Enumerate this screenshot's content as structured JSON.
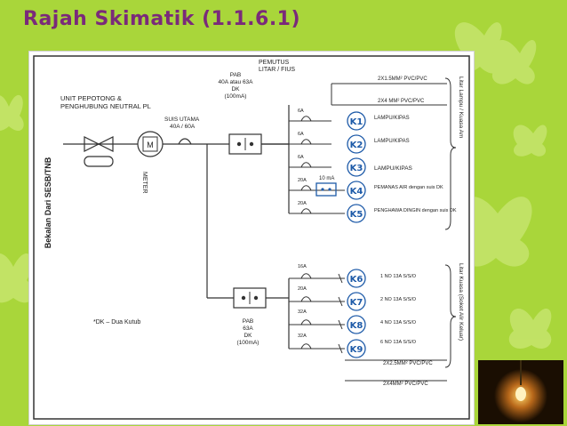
{
  "slide": {
    "title": "Rajah Skimatik (1.1.6.1)"
  },
  "diagram": {
    "supply_label": "Bekalan Dari SESB/TNB",
    "unit_label_1": "UNIT PEPOTONG &",
    "unit_label_2": "PENGHUBUNG NEUTRAL PL",
    "meter_label": "METER",
    "meter_symbol": "M",
    "main_switch_1": "SUIS UTAMA",
    "main_switch_2": "40A / 60A",
    "pab_top_1": "PAB",
    "pab_top_2": "40A atau 63A",
    "pab_top_3": "DK",
    "pab_top_4": "(100mA)",
    "breaker_header_1": "PEMUTUS",
    "breaker_header_2": "LITAR / FIUS",
    "cable_top_1": "2X1.5MM² PVC/PVC",
    "cable_top_2": "2X4 MM² PVC/PVC",
    "rccb_small": "10 mA",
    "dk_note": "*DK – Dua Kutub",
    "pab_bottom_1": "PAB",
    "pab_bottom_2": "63A",
    "pab_bottom_3": "DK",
    "pab_bottom_4": "(100mA)",
    "cable_bot_1": "2X2.5MM² PVC/PVC",
    "cable_bot_2": "2X4MM² PVC/PVC",
    "group_top": "Litar Lampu / Kuasa Am",
    "group_bottom": "Litar Kuasa (Soket Alir Keluar)",
    "circuits": [
      {
        "k": "K1",
        "rating": "6A",
        "desc": "LAMPU/KIPAS"
      },
      {
        "k": "K2",
        "rating": "6A",
        "desc": "LAMPU/KIPAS"
      },
      {
        "k": "K3",
        "rating": "6A",
        "desc": "LAMPU/KIPAS"
      },
      {
        "k": "K4",
        "rating": "20A",
        "desc": "PEMANAS AIR dengan suis DK"
      },
      {
        "k": "K5",
        "rating": "20A",
        "desc": "PENGHAWA DINGIN dengan suis DK"
      },
      {
        "k": "K6",
        "rating": "16A",
        "desc": "1 NO 13A S/S/O"
      },
      {
        "k": "K7",
        "rating": "20A",
        "desc": "2 NO 13A S/S/O"
      },
      {
        "k": "K8",
        "rating": "32A",
        "desc": "4 NO 13A S/S/O"
      },
      {
        "k": "K9",
        "rating": "32A",
        "desc": "6 NO 13A S/S/O"
      }
    ]
  },
  "colors": {
    "background": "#a9d63a",
    "title": "#7a2a7a",
    "k_circle": "#1d5aa8",
    "butterfly": "#c6e56b"
  }
}
